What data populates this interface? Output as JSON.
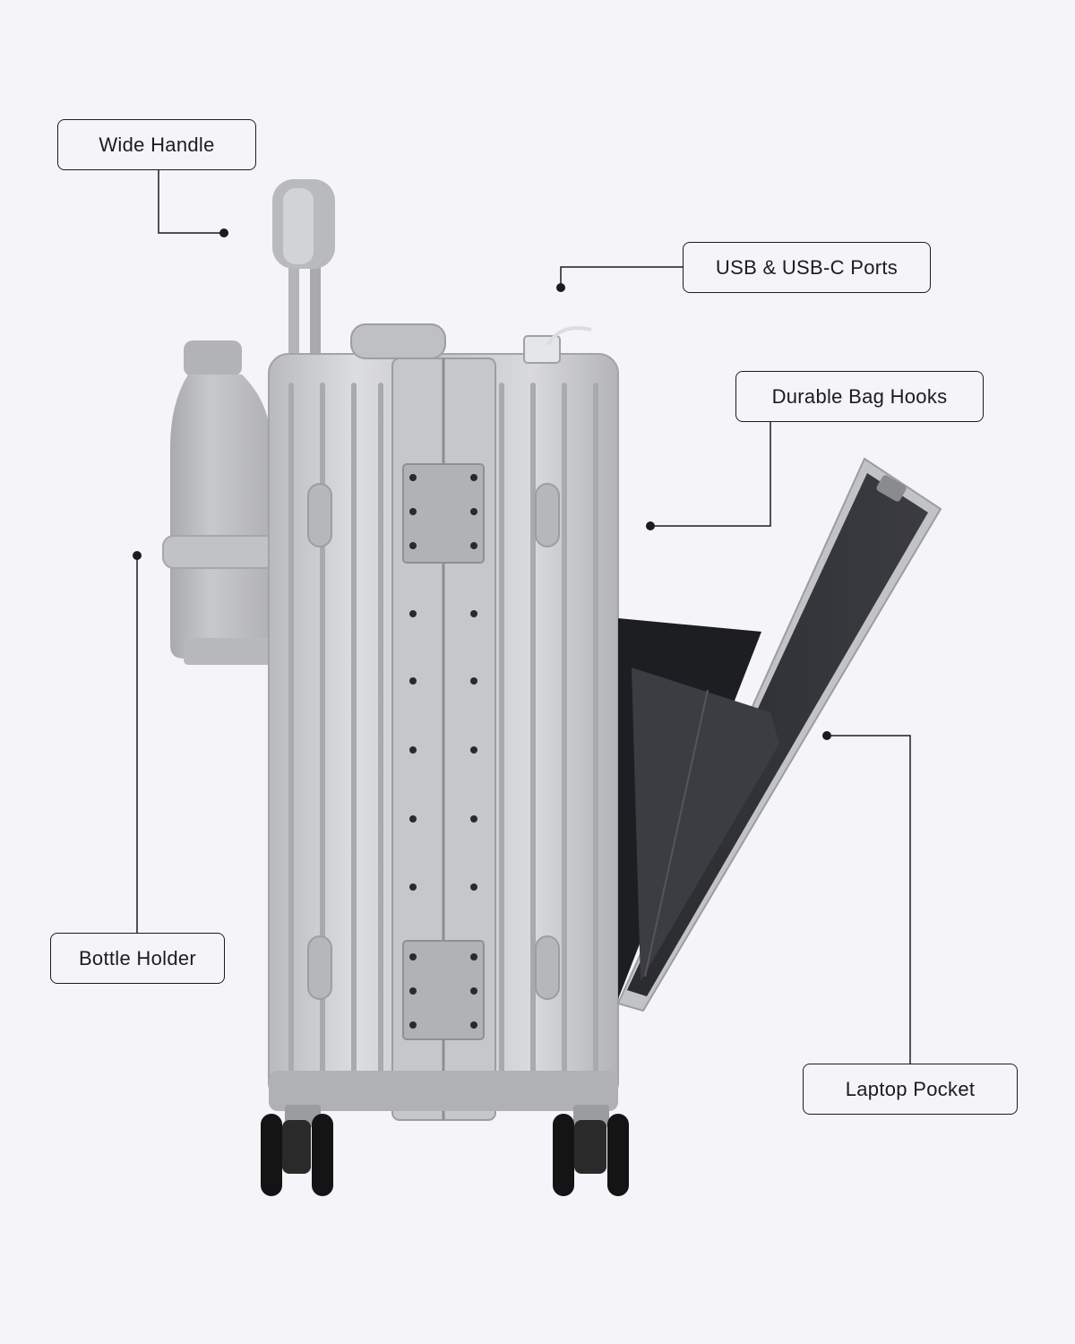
{
  "callouts": {
    "wide_handle": "Wide Handle",
    "usb_ports": "USB & USB-C Ports",
    "bag_hooks": "Durable Bag Hooks",
    "bottle_holder": "Bottle Holder",
    "laptop_pocket": "Laptop Pocket"
  },
  "colors": {
    "background": "#f5f4f9",
    "shell": "#c9cacd",
    "interior": "#1e1f22",
    "wheels": "#151515",
    "leader_line": "#1c1c1c"
  }
}
